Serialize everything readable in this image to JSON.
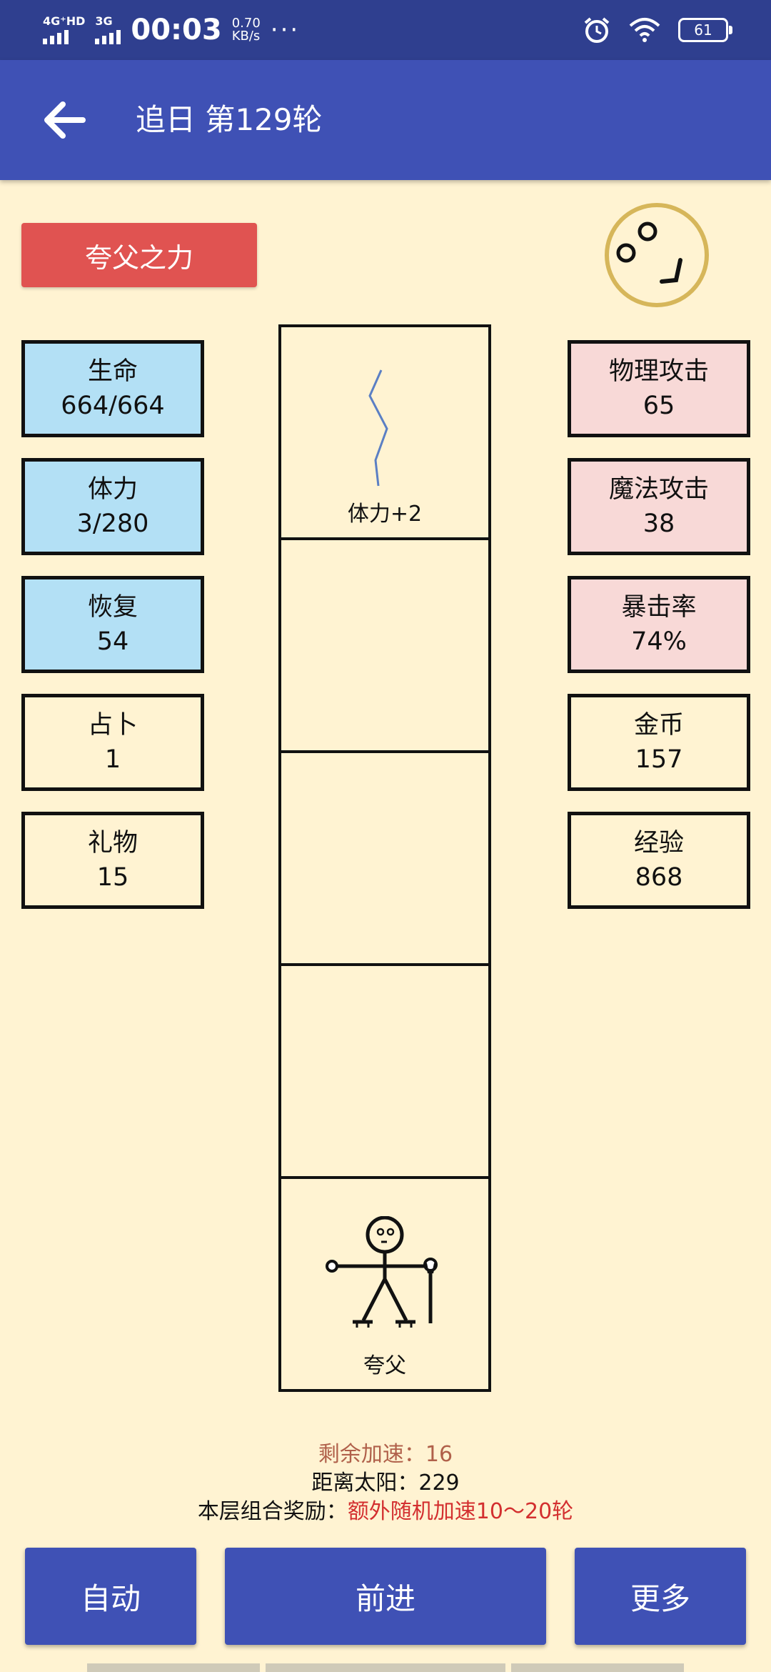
{
  "status_bar": {
    "network1": "4G⁺HD",
    "network2": "3G",
    "time": "00:03",
    "speed_value": "0.70",
    "speed_unit": "KB/s",
    "more": "···",
    "battery": "61",
    "icons": [
      "alarm-icon",
      "wifi-icon",
      "battery-icon"
    ]
  },
  "app_bar": {
    "title": "追日 第129轮",
    "back_icon": "back-arrow-icon"
  },
  "power_button": {
    "label": "夸父之力"
  },
  "left_stats": [
    {
      "label": "生命",
      "value": "664/664",
      "color": "#B3E0F5"
    },
    {
      "label": "体力",
      "value": "3/280",
      "color": "#B3E0F5"
    },
    {
      "label": "恢复",
      "value": "54",
      "color": "#B3E0F5"
    },
    {
      "label": "占卜",
      "value": "1",
      "color": "none"
    },
    {
      "label": "礼物",
      "value": "15",
      "color": "none"
    }
  ],
  "right_stats": [
    {
      "label": "物理攻击",
      "value": "65",
      "color": "#F8D9D7"
    },
    {
      "label": "魔法攻击",
      "value": "38",
      "color": "#F8D9D7"
    },
    {
      "label": "暴击率",
      "value": "74%",
      "color": "#F8D9D7"
    },
    {
      "label": "金币",
      "value": "157",
      "color": "none"
    },
    {
      "label": "经验",
      "value": "868",
      "color": "none"
    }
  ],
  "track": {
    "cells": [
      {
        "label": "体力+2",
        "icon": "stamina-bolt-icon"
      },
      {
        "label": "",
        "icon": ""
      },
      {
        "label": "",
        "icon": ""
      },
      {
        "label": "",
        "icon": ""
      },
      {
        "label": "夸父",
        "icon": "kuafu-stick-figure-icon"
      }
    ]
  },
  "info": {
    "remaining_accel": "剩余加速：16",
    "distance_label": "距离太阳：229",
    "reward_label": "本层组合奖励：",
    "reward_value": "额外随机加速10～20轮"
  },
  "buttons": {
    "auto": "自动",
    "forward": "前进",
    "more": "更多"
  },
  "colors": {
    "background": "#FFF3D2",
    "app_bar": "#3F51B5",
    "status_bar": "#2F3F8F",
    "power_button": "#E05351",
    "reward_text": "#D32F2F",
    "accel_text": "#B0604A"
  }
}
